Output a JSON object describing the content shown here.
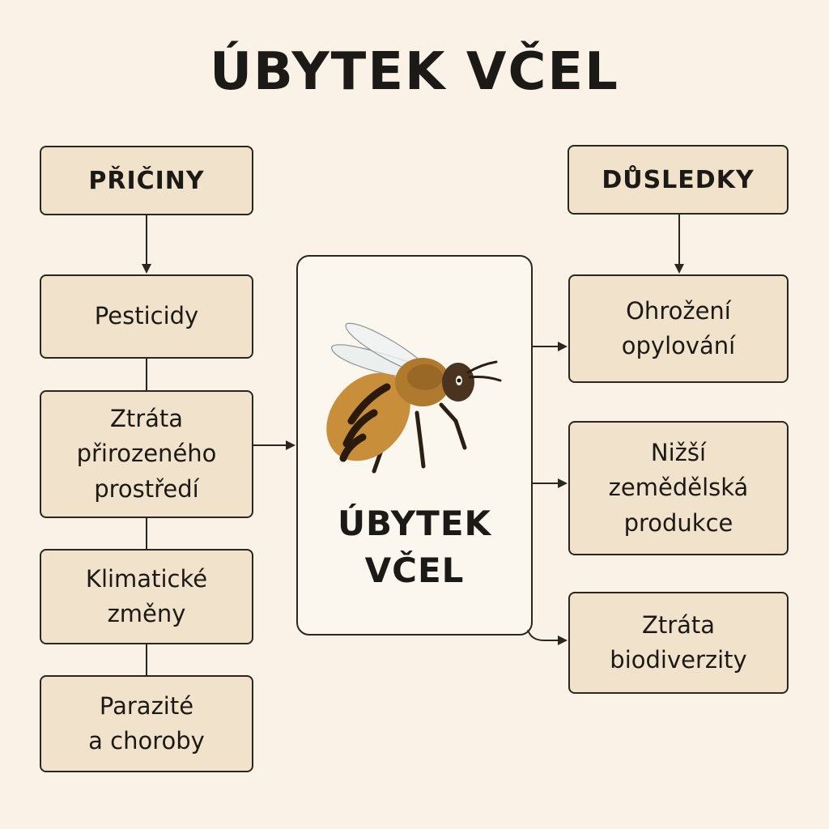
{
  "title": "ÚBYTEK VČEL",
  "causes": {
    "header": "PŘIČINY",
    "items": [
      "Pesticidy",
      "Ztráta\npřirozeného\nprostředí",
      "Klimatické\nzměny",
      "Parazité\na choroby"
    ]
  },
  "center": {
    "label": "ÚBYTEK\nVČEL",
    "image": "bee-illustration"
  },
  "effects": {
    "header": "DŮSLEDKY",
    "items": [
      "Ohrožení\nopylování",
      "Nižší\nzemědělská\nprodukce",
      "Ztráta\nbiodiverzity"
    ]
  },
  "colors": {
    "background": "#faf2e7",
    "box_fill": "#f1e3cb",
    "center_fill": "#fbf6ee",
    "stroke": "#2a2620"
  }
}
